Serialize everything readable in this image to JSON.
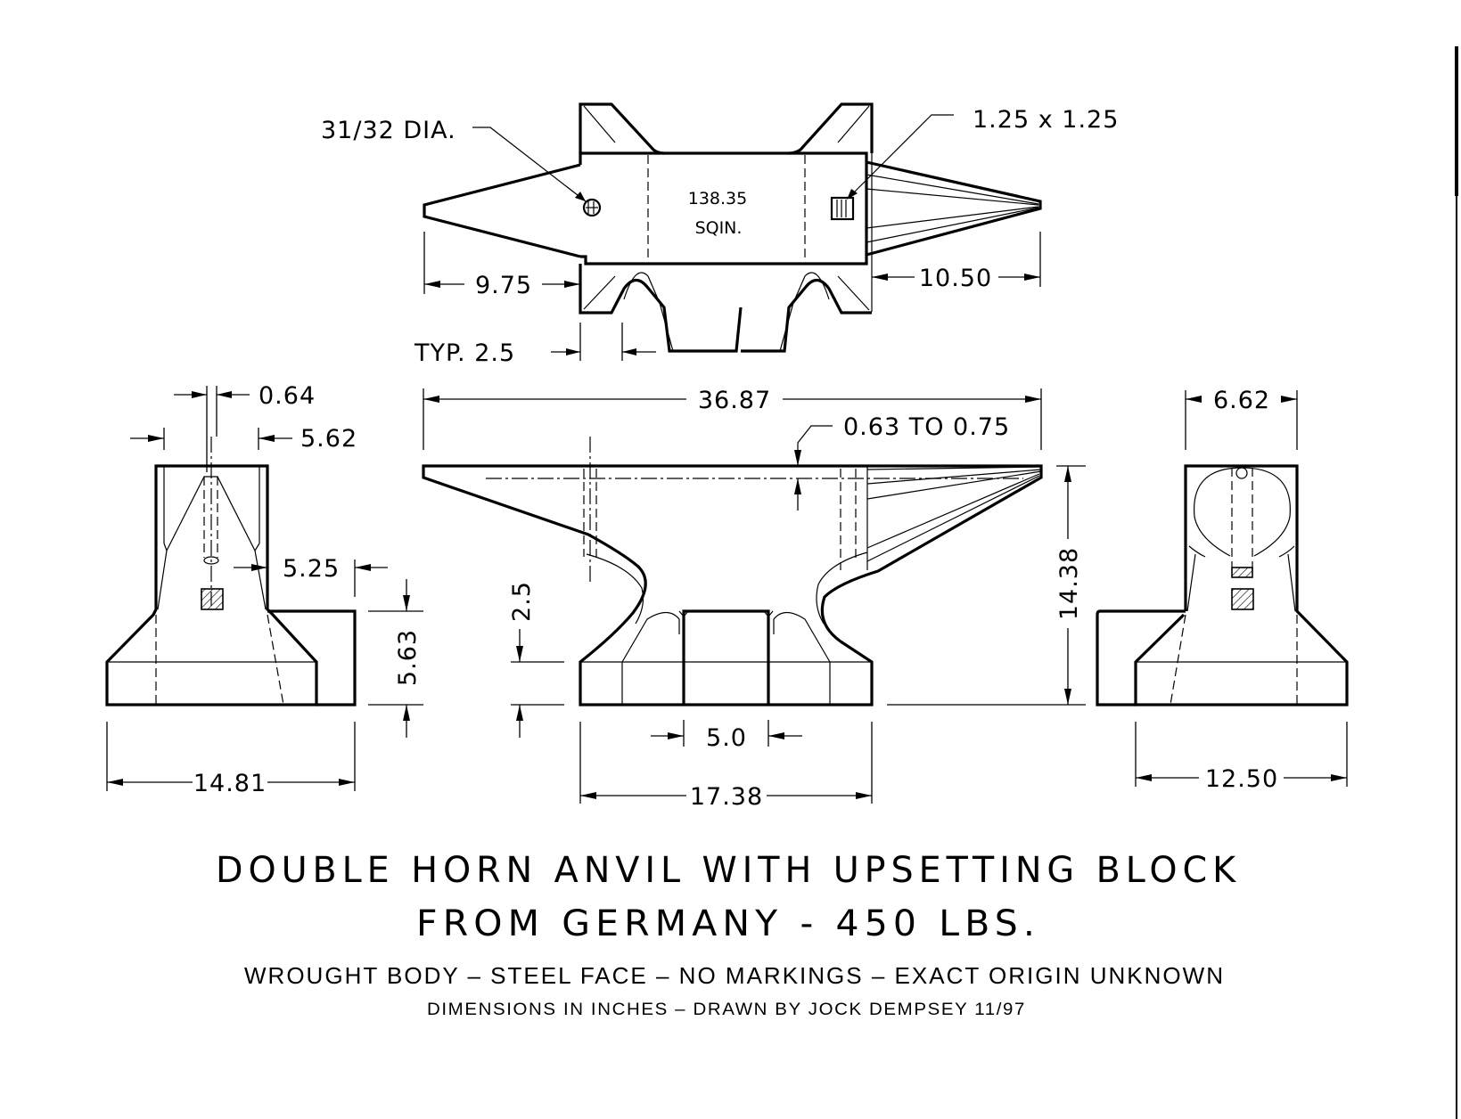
{
  "drawing": {
    "title_line1": "DOUBLE HORN ANVIL WITH UPSETTING BLOCK",
    "title_line2": "FROM GERMANY - 450 LBS.",
    "subtitle": "WROUGHT BODY – STEEL FACE – NO MARKINGS – EXACT ORIGIN UNKNOWN",
    "footer": "DIMENSIONS IN INCHES – DRAWN BY JOCK DEMPSEY 11/97",
    "units": "inches"
  },
  "top_view": {
    "hardy_hole_label": "31/32 DIA.",
    "pritchel_hole_label": "1.25 x 1.25",
    "face_area_value": "138.35",
    "face_area_unit": "SQIN.",
    "left_horn_length": "9.75",
    "right_horn_length": "10.50",
    "foot_gap_label": "TYP.  2.5"
  },
  "front_view": {
    "overall_length": "36.87",
    "face_thickness": "0.63 TO 0.75",
    "overall_height": "14.38",
    "foot_height": "2.5",
    "waist_width": "5.0",
    "base_length": "17.38"
  },
  "left_end_view": {
    "hole_width": "0.64",
    "face_width": "5.62",
    "waist_width": "5.25",
    "block_height": "5.63",
    "base_width": "14.81"
  },
  "right_end_view": {
    "face_width": "6.62",
    "base_width": "12.50"
  }
}
